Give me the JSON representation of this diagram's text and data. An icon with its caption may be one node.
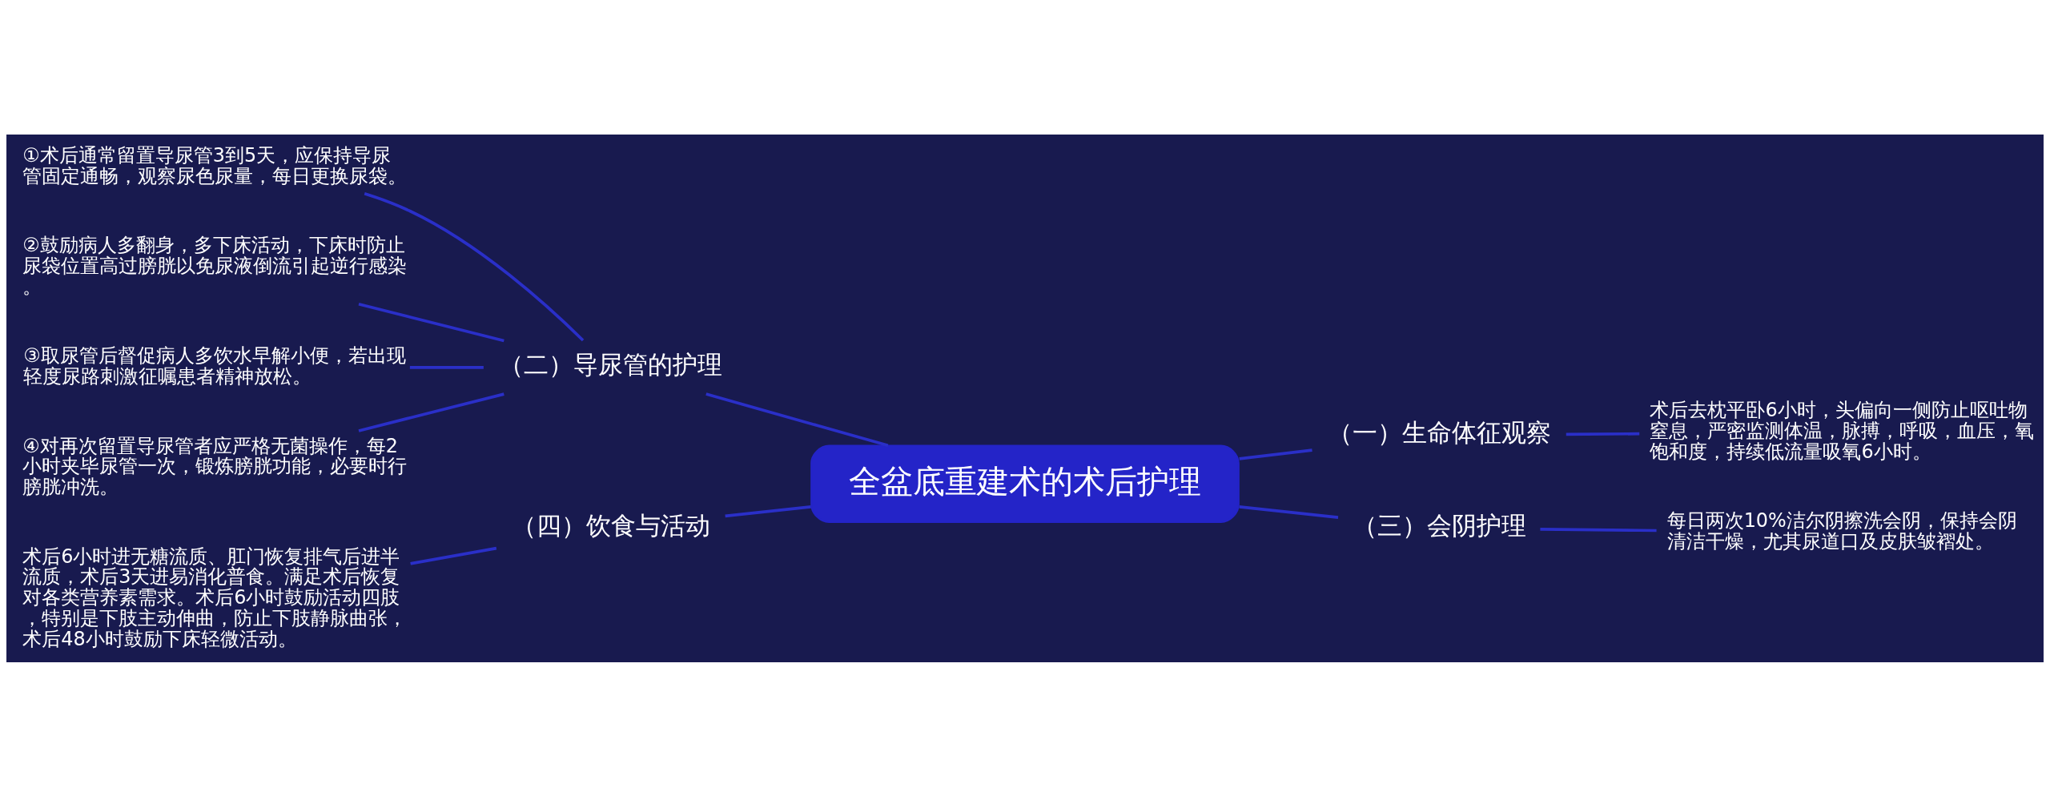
{
  "diagram": {
    "nodes": [
      {
        "text": [
          "全盆底重建术的术后护理"
        ]
      },
      {
        "text": [
          "（二）导尿管的护理"
        ]
      },
      {
        "text": [
          "①术后通常留置导尿管3到5天，应保持导尿管固定通畅，观察尿色尿量，每日更换尿袋。"
        ]
      },
      {
        "text": [
          "②鼓励病人多翻身，多下床活动，下床时防止尿袋位置高过膀胱以免尿液倒流引起逆行感染。"
        ]
      },
      {
        "text": [
          "③取尿管后督促病人多饮水早解小便，若出现轻度尿路刺激征嘱患者精神放松。"
        ]
      },
      {
        "text": [
          "④对再次留置导尿管者应严格无菌操作，每2小时夹毕尿管一次，锻炼膀胱功能，必要时行膀胱冲洗。"
        ]
      },
      {
        "text": [
          "（一）生命体征观察"
        ]
      },
      {
        "text": [
          "术后去枕平卧6小时，头偏向一侧防止呕吐物窒息，严密监测体温，脉搏，呼吸，血压，氧饱和度，持续低流量吸氧6小时。"
        ]
      },
      {
        "text": [
          "（三）会阴护理"
        ]
      },
      {
        "text": [
          "每日两次10%洁尔阴擦洗会阴，保持会阴清洁干燥，尤其尿道口及皮肤皱褶处。"
        ]
      },
      {
        "text": [
          "（四）饮食与活动"
        ]
      },
      {
        "text": [
          "术后6小时进无糖流质、肛门恢复排气后进半流质，术后3天进易消化普食。满足术后恢复对各类营养素需求。术后6小时鼓励活动四肢，特别是下肢主动伸曲，防止下肢静脉曲张，术后48小时鼓励下床轻微活动。"
        ]
      }
    ],
    "edges": [
      {
        "from": 0,
        "to": 1,
        "arrow": "none"
      },
      {
        "from": 1,
        "to": 2,
        "arrow": "none"
      },
      {
        "from": 1,
        "to": 3,
        "arrow": "none"
      },
      {
        "from": 1,
        "to": 4,
        "arrow": "none"
      },
      {
        "from": 1,
        "to": 5,
        "arrow": "none"
      },
      {
        "from": 0,
        "to": 6,
        "arrow": "none"
      },
      {
        "from": 6,
        "to": 7,
        "arrow": "none"
      },
      {
        "from": 0,
        "to": 8,
        "arrow": "none"
      },
      {
        "from": 8,
        "to": 9,
        "arrow": "none"
      },
      {
        "from": 0,
        "to": 10,
        "arrow": "none"
      },
      {
        "from": 10,
        "to": 11,
        "arrow": "none"
      }
    ]
  }
}
